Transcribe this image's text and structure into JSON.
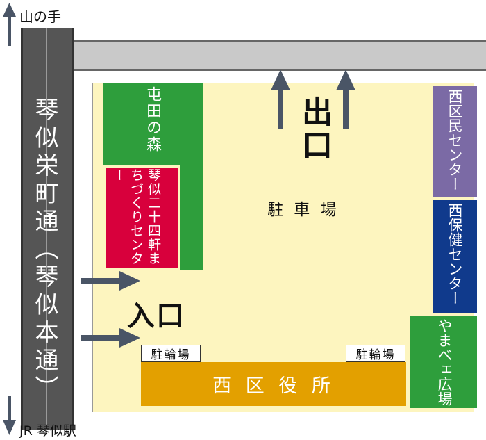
{
  "labels": {
    "yamanote": "山の手",
    "jr_station": "JR 琴似駅",
    "main_road": "琴似栄町通（琴似本通）",
    "exit": "出口",
    "entrance": "入口",
    "parking": "駐 車 場",
    "forest": "屯田の森",
    "machizukuri": "琴似二十四軒まちづくりセンター",
    "nishi_kumin": "西区民センター",
    "nishi_hoken": "西保健センター",
    "yamabe": "やまべェ広場",
    "ward_office": "西 区 役 所",
    "bike_parking_left": "駐輪場",
    "bike_parking_right": "駐輪場"
  },
  "colors": {
    "road": "#555555",
    "side_road": "#c9c9c9",
    "lot": "#fdf5bf",
    "green": "#2e9e3c",
    "red": "#d8003c",
    "purple": "#7b6aa5",
    "navy": "#103a8c",
    "orange": "#e3a000",
    "arrow": "#4a5566"
  }
}
